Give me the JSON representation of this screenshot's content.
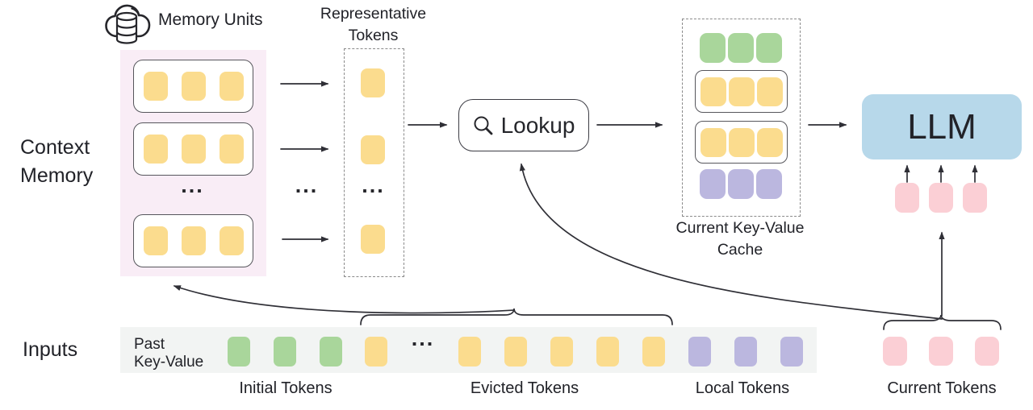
{
  "labels": {
    "memory_units": "Memory Units",
    "representative_line1": "Representative",
    "representative_line2": "Tokens",
    "context_memory_line1": "Context",
    "context_memory_line2": "Memory",
    "lookup": "Lookup",
    "llm": "LLM",
    "current_kv_line1": "Current Key-Value",
    "current_kv_line2": "Cache",
    "inputs": "Inputs",
    "past_kv_line1": "Past",
    "past_kv_line2": "Key-Value",
    "initial_tokens": "Initial Tokens",
    "evicted_tokens": "Evicted Tokens",
    "local_tokens": "Local Tokens",
    "current_tokens": "Current Tokens",
    "ellipsis": "..."
  },
  "colors": {
    "token_yellow": "#FBDC8E",
    "token_green": "#A9D69B",
    "token_purple": "#BBB7DF",
    "token_pink": "#FBCFD5",
    "llm_bg": "#B7D8EA",
    "memory_bg": "#F9EDF6",
    "band_bg": "#F2F4F3"
  },
  "tokens": {
    "memory_row": {
      "count": 3,
      "color": "yellow"
    },
    "representative": {
      "count": 1,
      "color": "yellow"
    },
    "cache_initial": {
      "count": 3,
      "color": "green"
    },
    "cache_memory_unit": {
      "count": 3,
      "color": "yellow"
    },
    "cache_local": {
      "count": 3,
      "color": "purple"
    },
    "llm_current": {
      "count": 3,
      "color": "pink"
    },
    "band_initial": {
      "count": 3,
      "color": "green"
    },
    "band_evicted_head": {
      "count": 1,
      "color": "yellow"
    },
    "band_evicted_tail": {
      "count": 5,
      "color": "yellow"
    },
    "band_local": {
      "count": 3,
      "color": "purple"
    },
    "current": {
      "count": 3,
      "color": "pink"
    }
  }
}
